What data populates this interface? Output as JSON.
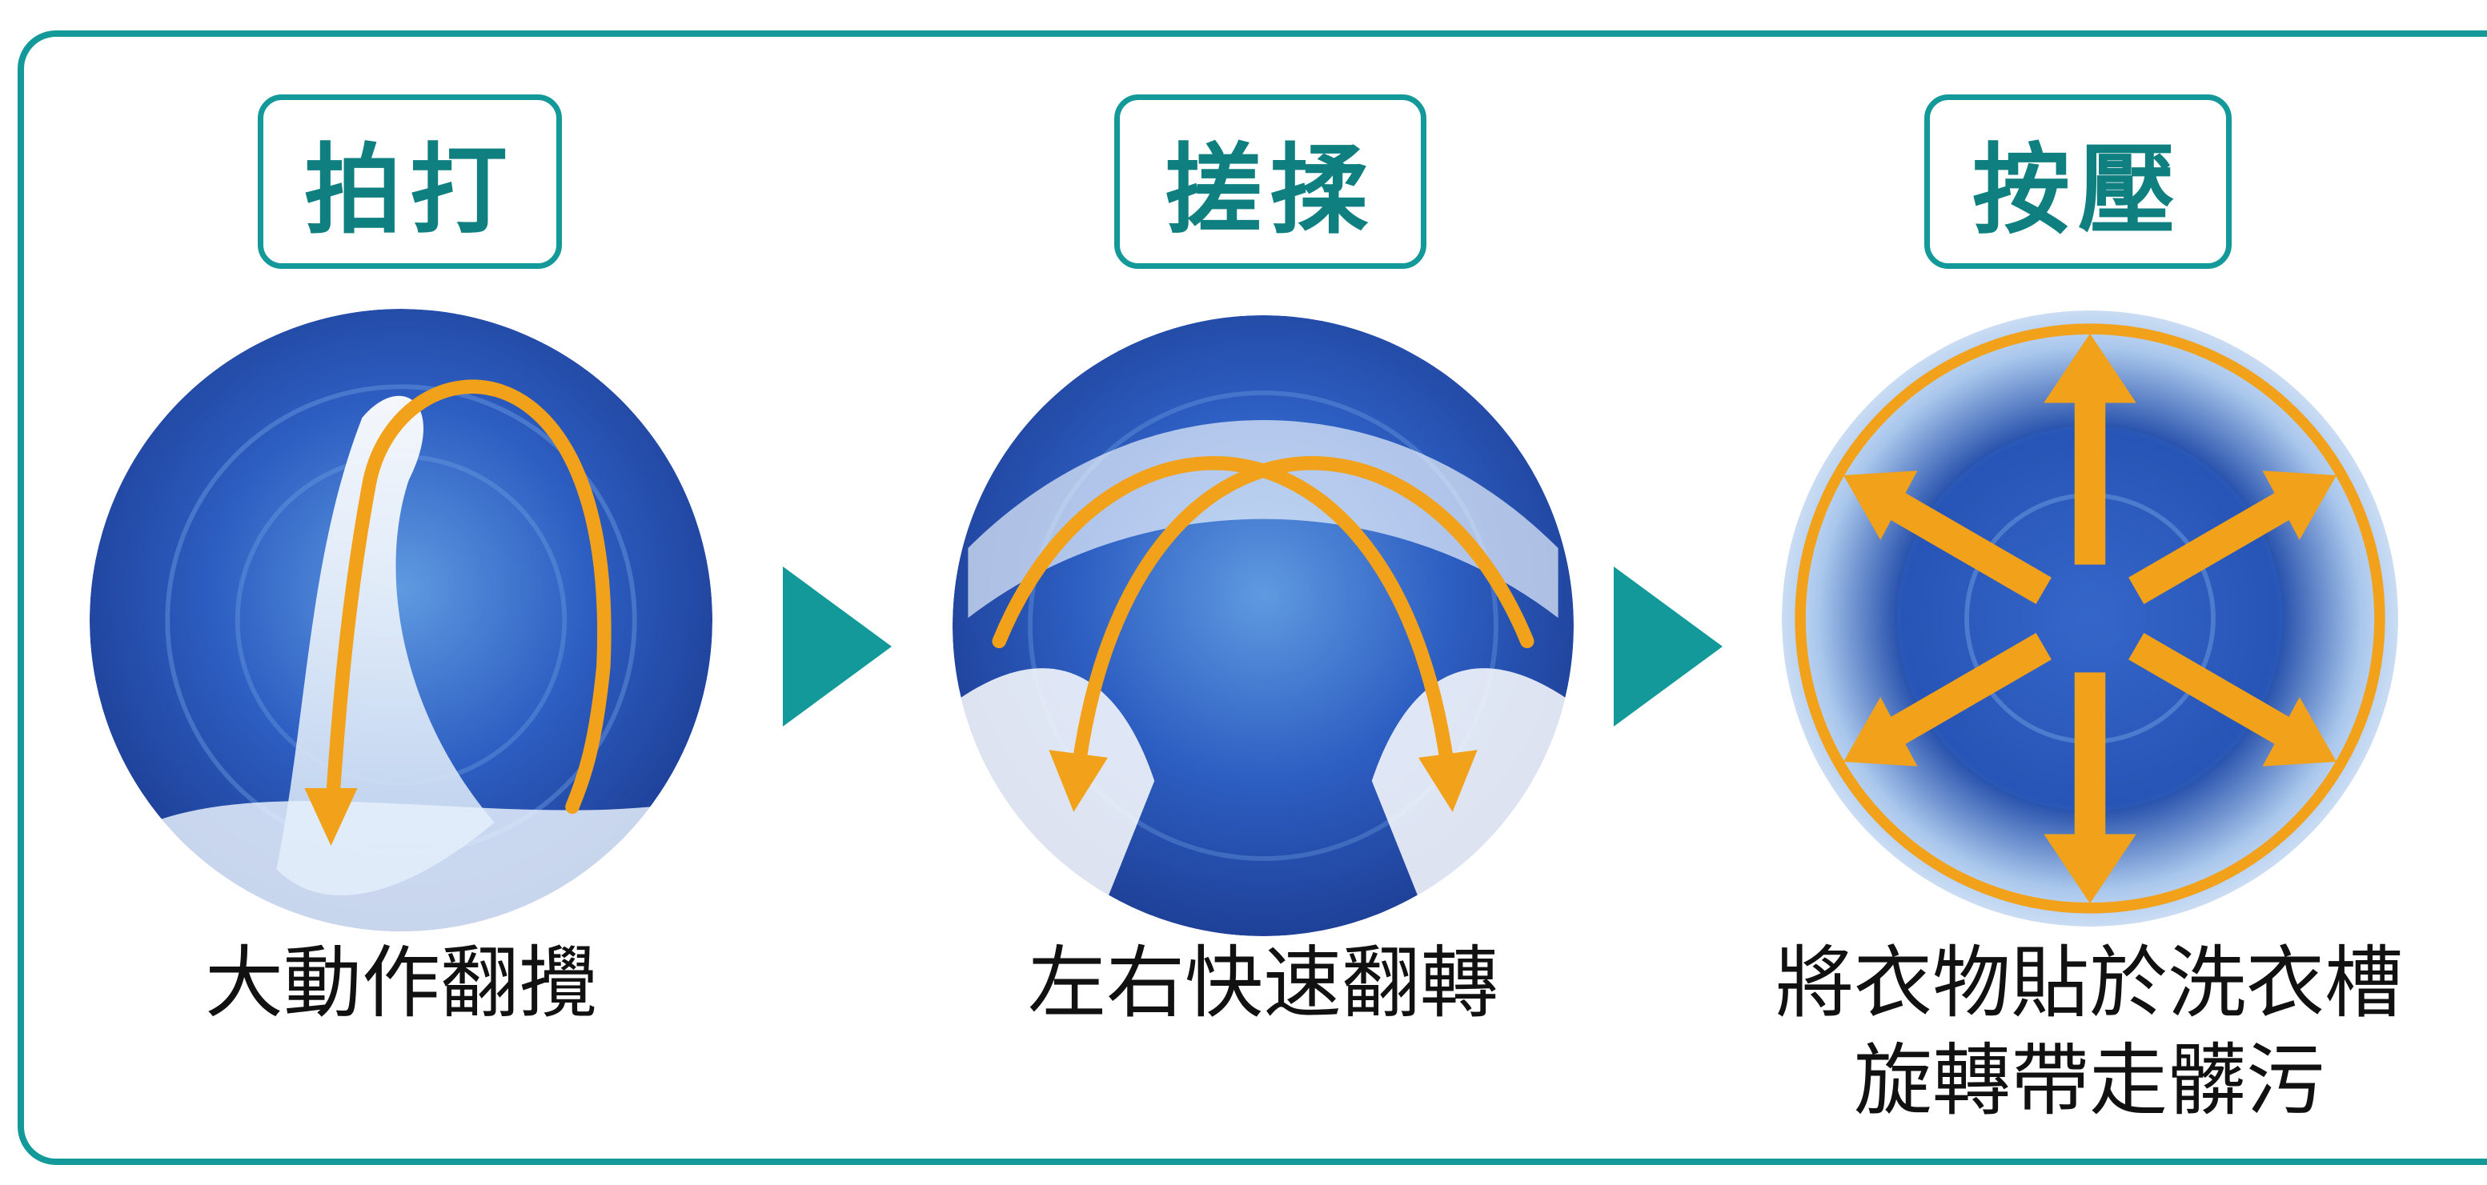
{
  "steps": [
    {
      "title": "拍打",
      "caption_lines": [
        "大動作翻攪"
      ],
      "illustration_icon": "washing-drum-beating-icon"
    },
    {
      "title": "搓揉",
      "caption_lines": [
        "左右快速翻轉"
      ],
      "illustration_icon": "washing-drum-rubbing-icon"
    },
    {
      "title": "按壓",
      "caption_lines": [
        "將衣物貼於洗衣槽",
        "旋轉帶走髒污"
      ]
    }
  ],
  "colors": {
    "frame": "#14999a",
    "title_text": "#0f7f80",
    "flow_arrow": "#14999a",
    "motion_arrow": "#f2a11b",
    "drum_blue": "#2d5ec2"
  }
}
